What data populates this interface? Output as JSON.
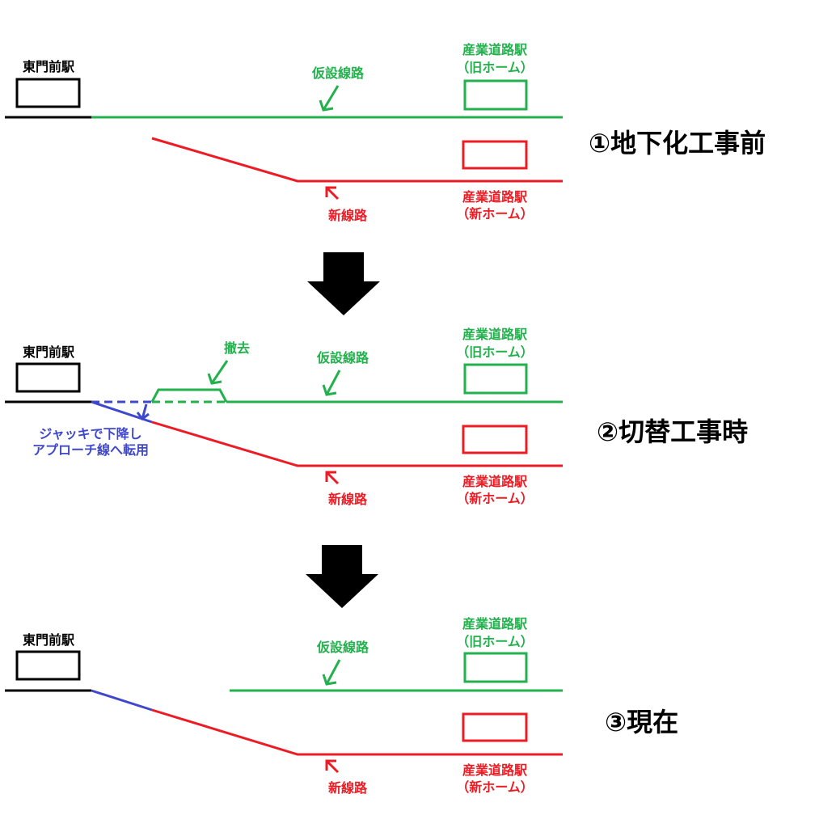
{
  "colors": {
    "black": "#000000",
    "green": "#22b14c",
    "red": "#ed1c24",
    "blue": "#3f48cc"
  },
  "panels": [
    {
      "title": "①地下化工事前",
      "higashimon_station": "東門前駅",
      "temporary_line": "仮設線路",
      "old_station_line1": "産業道路駅",
      "old_station_line2": "（旧ホーム）",
      "new_station_line1": "産業道路駅",
      "new_station_line2": "（新ホーム）",
      "new_line": "新線路"
    },
    {
      "title": "②切替工事時",
      "higashimon_station": "東門前駅",
      "removal": "撤去",
      "temporary_line": "仮設線路",
      "jack_note_line1": "ジャッキで下降し",
      "jack_note_line2": "アプローチ線へ転用",
      "old_station_line1": "産業道路駅",
      "old_station_line2": "（旧ホーム）",
      "new_station_line1": "産業道路駅",
      "new_station_line2": "（新ホーム）",
      "new_line": "新線路"
    },
    {
      "title": "③現在",
      "higashimon_station": "東門前駅",
      "temporary_line": "仮設線路",
      "old_station_line1": "産業道路駅",
      "old_station_line2": "（旧ホーム）",
      "new_station_line1": "産業道路駅",
      "new_station_line2": "（新ホーム）",
      "new_line": "新線路"
    }
  ]
}
